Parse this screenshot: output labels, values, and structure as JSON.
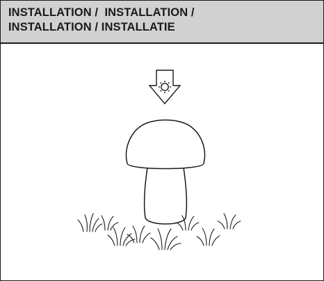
{
  "header": {
    "line1": "INSTALLATION /  INSTALLATION /",
    "line2": "INSTALLATION / INSTALLATIE"
  },
  "illustration": {
    "subject": "mushroom-in-grass",
    "indicator": "sun-down-arrow-icon",
    "stroke_color": "#1a1a1a",
    "header_bg": "#d1d1d1"
  }
}
